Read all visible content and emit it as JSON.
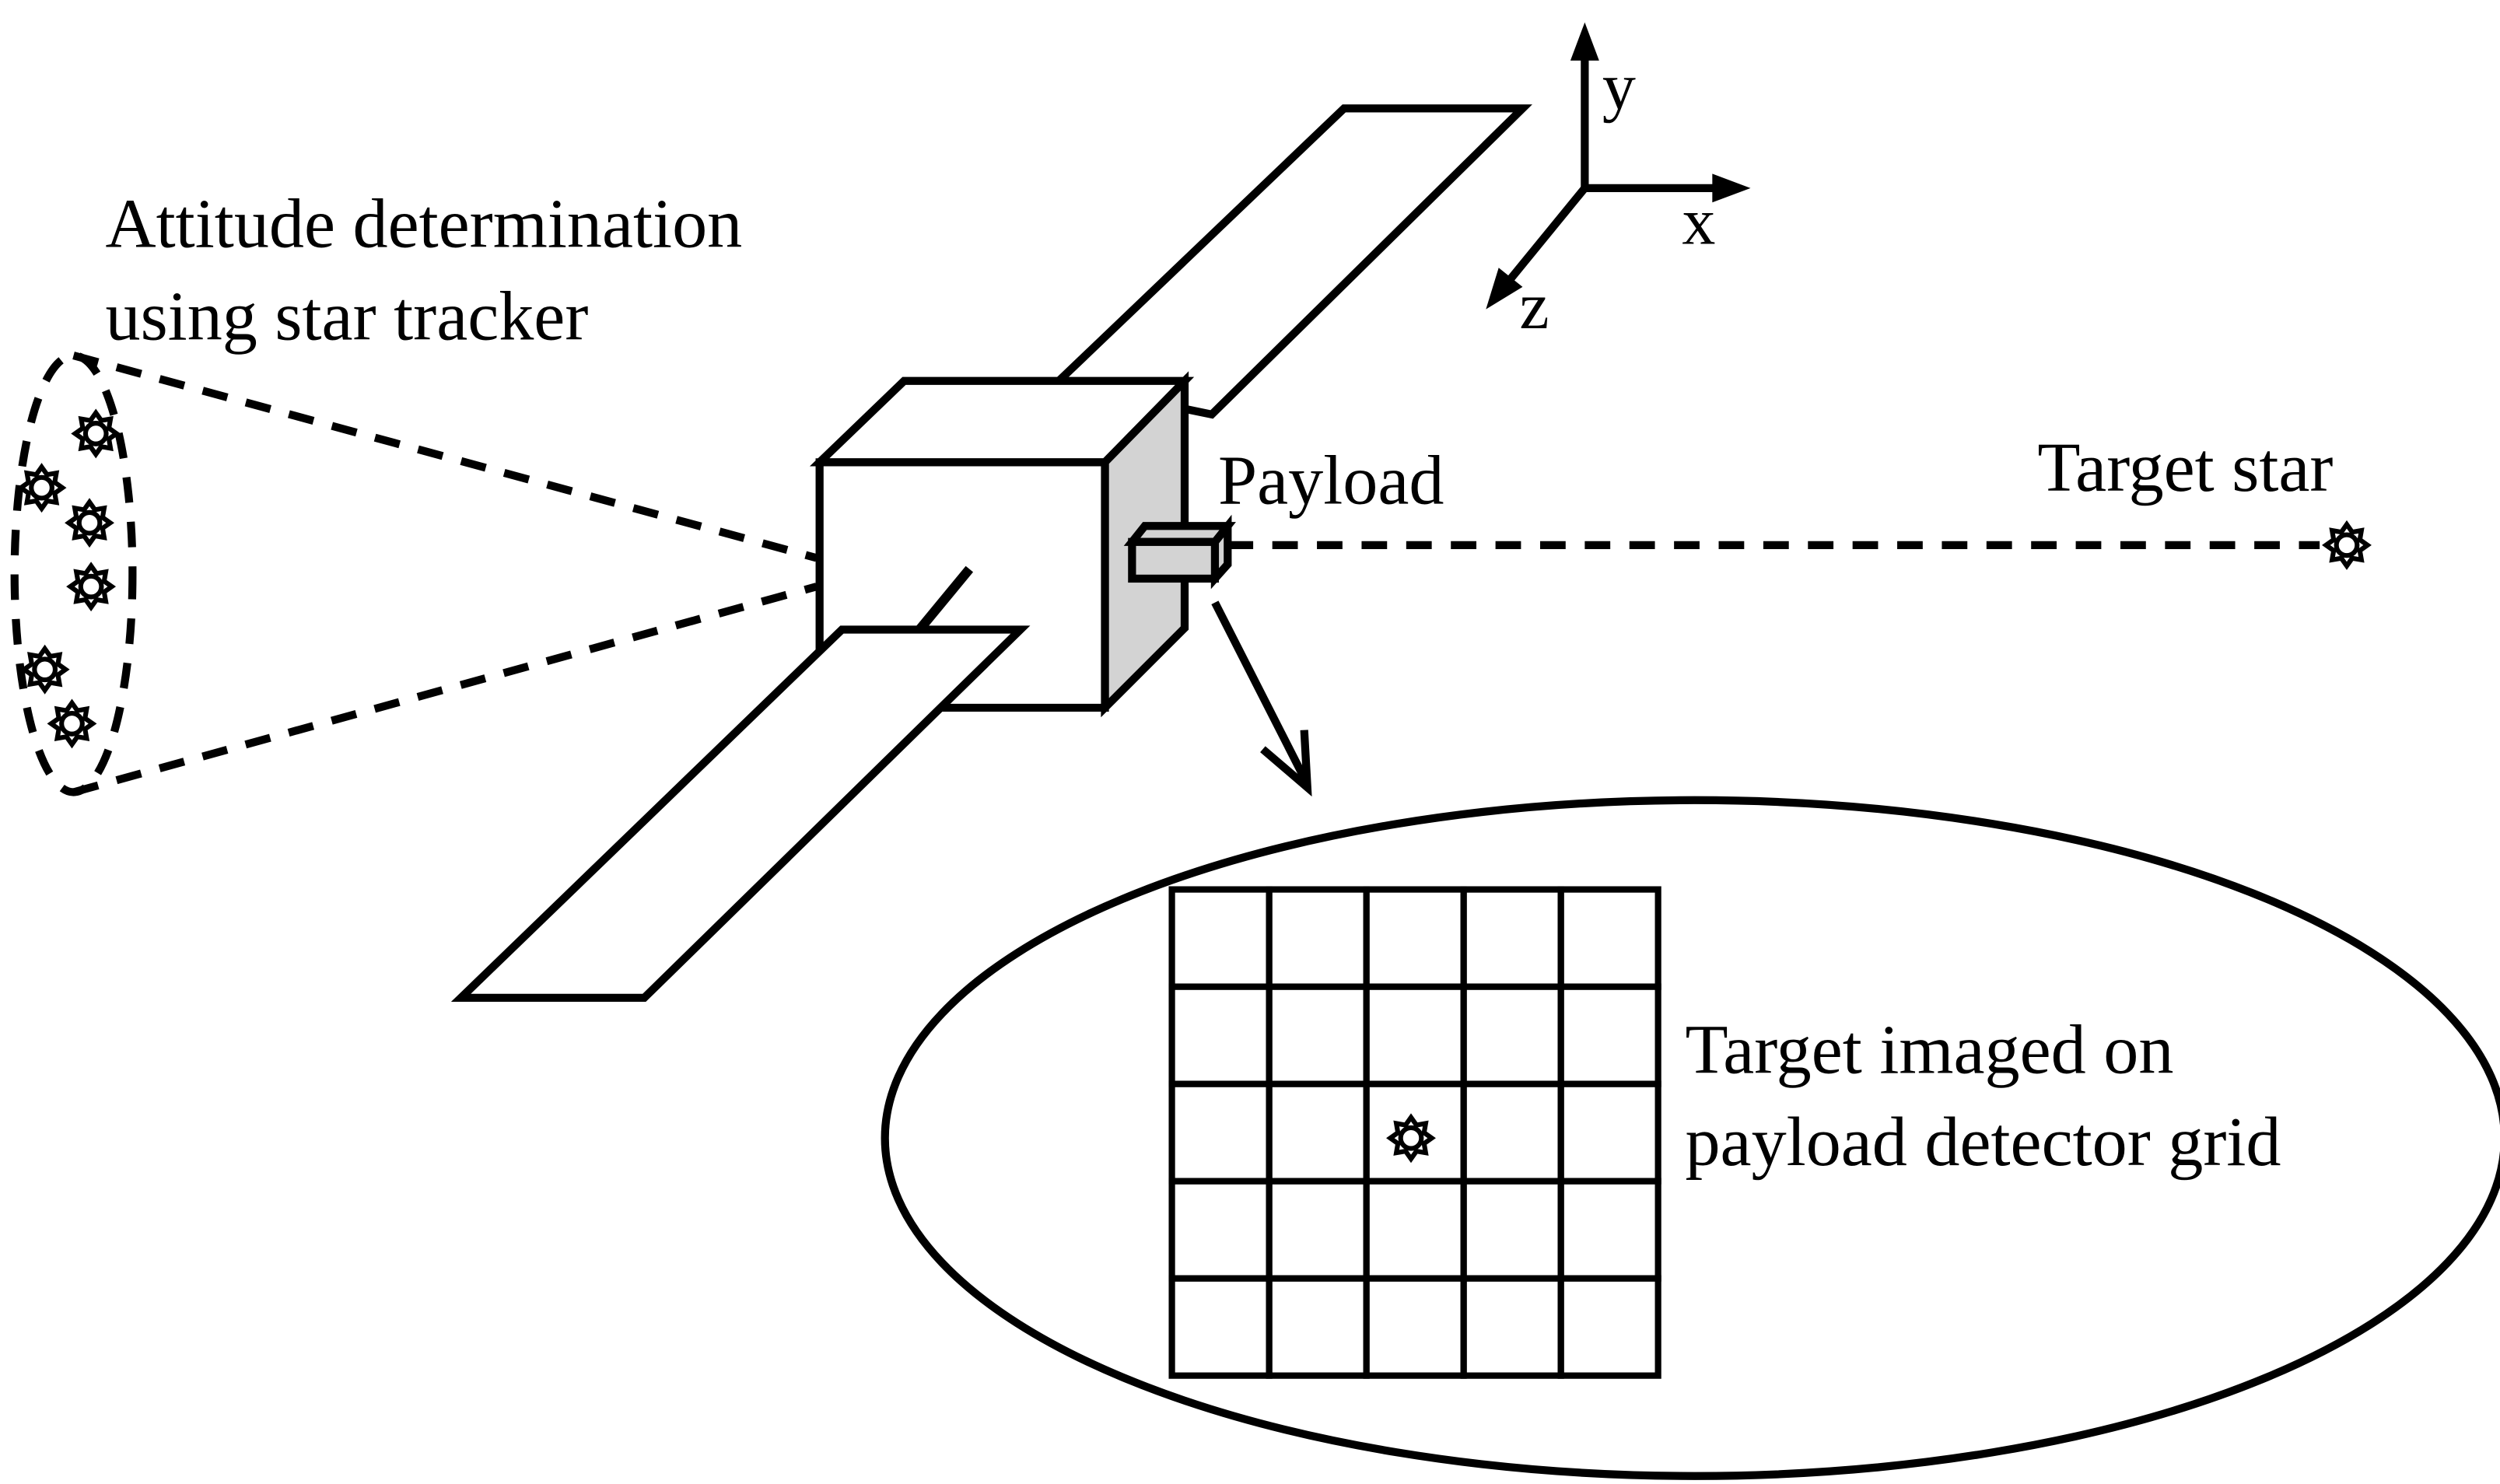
{
  "labels": {
    "tracker_line1": "Attitude determination",
    "tracker_line2": "using star tracker",
    "payload": "Payload",
    "target_star": "Target star",
    "imaged_line1": "Target imaged on",
    "imaged_line2": "payload detector grid"
  },
  "axes": {
    "x": "x",
    "y": "y",
    "z": "z"
  },
  "icons": {
    "tracker_star": "star-icon",
    "target_star": "star-icon",
    "grid_star": "star-icon"
  },
  "detector_grid": {
    "rows": 5,
    "cols": 5,
    "star_cell": [
      2,
      2
    ]
  },
  "colors": {
    "line": "#000000",
    "payload_side": "#d3d3d3",
    "background": "#ffffff"
  }
}
